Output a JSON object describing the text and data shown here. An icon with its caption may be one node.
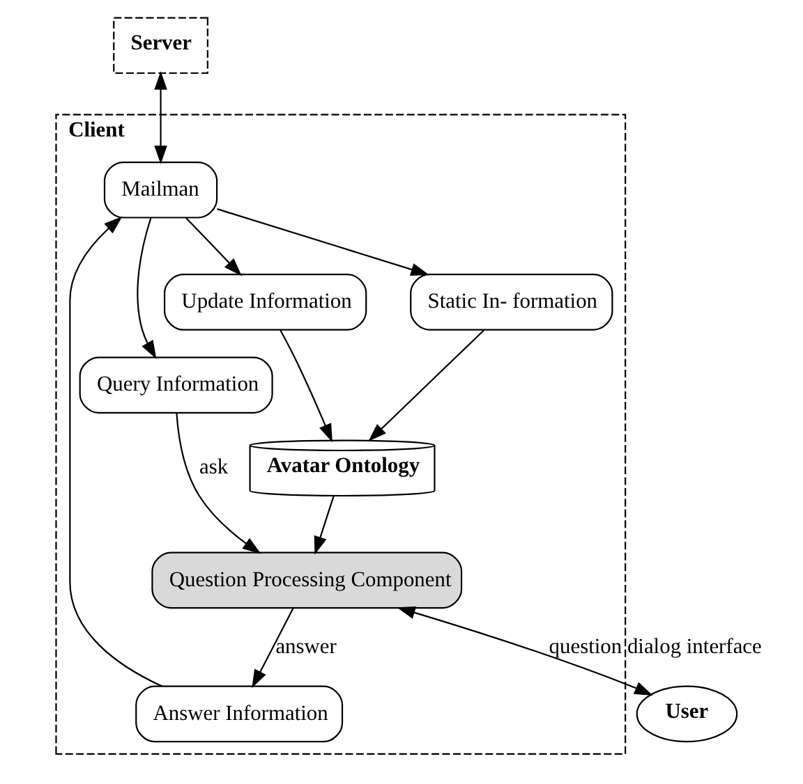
{
  "diagram": {
    "nodes": [
      {
        "text": [
          "Server"
        ]
      },
      {
        "text": [
          "Client"
        ]
      },
      {
        "text": [
          "Mailman"
        ],
        "in": 1
      },
      {
        "text": [
          "Answer Information"
        ],
        "in": 1
      },
      {
        "text": [
          "Avatar Ontology"
        ],
        "in": 1
      },
      {
        "text": [
          "Static In- formation"
        ],
        "in": 1
      },
      {
        "text": [
          "Update Information"
        ],
        "in": 1
      },
      {
        "text": [
          "Query Information"
        ],
        "in": 1
      },
      {
        "text": [
          "Question Processing Component"
        ],
        "in": 1
      },
      {
        "text": [
          "User"
        ]
      }
    ],
    "edges": [
      {
        "from": 0,
        "to": 2,
        "arrow": "both"
      },
      {
        "from": 3,
        "to": 2,
        "arrow": "to"
      },
      {
        "from": 2,
        "to": 5,
        "arrow": "to"
      },
      {
        "from": 2,
        "to": 6,
        "arrow": "to"
      },
      {
        "from": 2,
        "to": 7,
        "arrow": "to"
      },
      {
        "from": 5,
        "to": 4,
        "arrow": "to"
      },
      {
        "from": 6,
        "to": 4,
        "arrow": "to"
      },
      {
        "from": 4,
        "to": 8,
        "arrow": "to"
      },
      {
        "from": 7,
        "to": 8,
        "arrow": "to",
        "label": "ask"
      },
      {
        "from": 8,
        "to": 3,
        "arrow": "to",
        "label": "answer"
      },
      {
        "from": 8,
        "to": 9,
        "arrow": "both",
        "label": "question dialog interface"
      }
    ]
  }
}
